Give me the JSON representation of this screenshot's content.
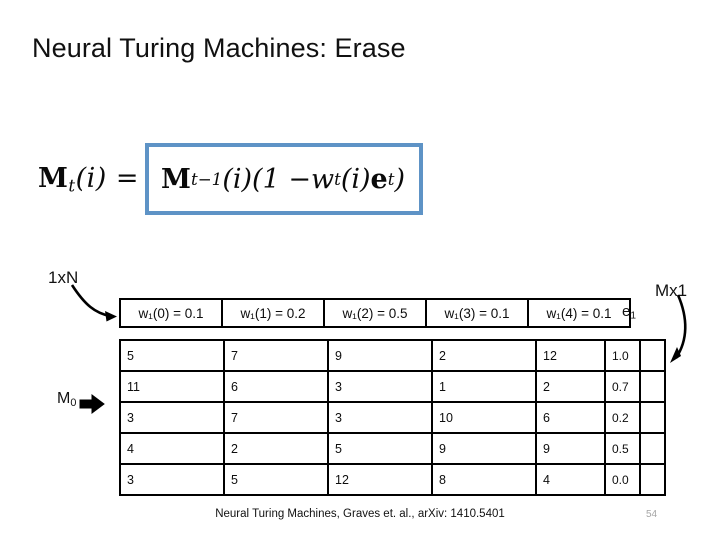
{
  "slide": {
    "title": "Neural Turing Machines: Erase",
    "number": "54",
    "citation": "Neural Turing Machines, Graves et. al., arXiv: 1410.5401"
  },
  "formula": {
    "lhs_M": "M",
    "lhs_sub": "t",
    "lhs_arg": "(i) =",
    "rhs_M": "M",
    "rhs_sub": "t−1",
    "rhs_mid": "(i)(1 − ",
    "rhs_w": "w",
    "rhs_w_sub": "t",
    "rhs_w_arg": "(i)",
    "rhs_e": "e",
    "rhs_e_sub": "t",
    "rhs_close": ")",
    "box_color": "#5e93c6"
  },
  "labels": {
    "weights_shape": "1xN",
    "erase_shape": "Mx1",
    "memory_name": "M",
    "memory_name_sub": "0",
    "erase_vector_name": "e",
    "erase_vector_name_sub": "1"
  },
  "weights": {
    "cells": [
      "w₁(0) = 0.1",
      "w₁(1) = 0.2",
      "w₁(2) = 0.5",
      "w₁(3) = 0.1",
      "w₁(4) = 0.1"
    ],
    "values": [
      0.1,
      0.2,
      0.5,
      0.1,
      0.1
    ]
  },
  "memory": {
    "rows": [
      [
        "5",
        "7",
        "9",
        "2",
        "12"
      ],
      [
        "11",
        "6",
        "3",
        "1",
        "2"
      ],
      [
        "3",
        "7",
        "3",
        "10",
        "6"
      ],
      [
        "4",
        "2",
        "5",
        "9",
        "9"
      ],
      [
        "3",
        "5",
        "12",
        "8",
        "4"
      ]
    ]
  },
  "erase": {
    "values": [
      "1.0",
      "0.7",
      "0.2",
      "0.5",
      "0.0"
    ]
  }
}
